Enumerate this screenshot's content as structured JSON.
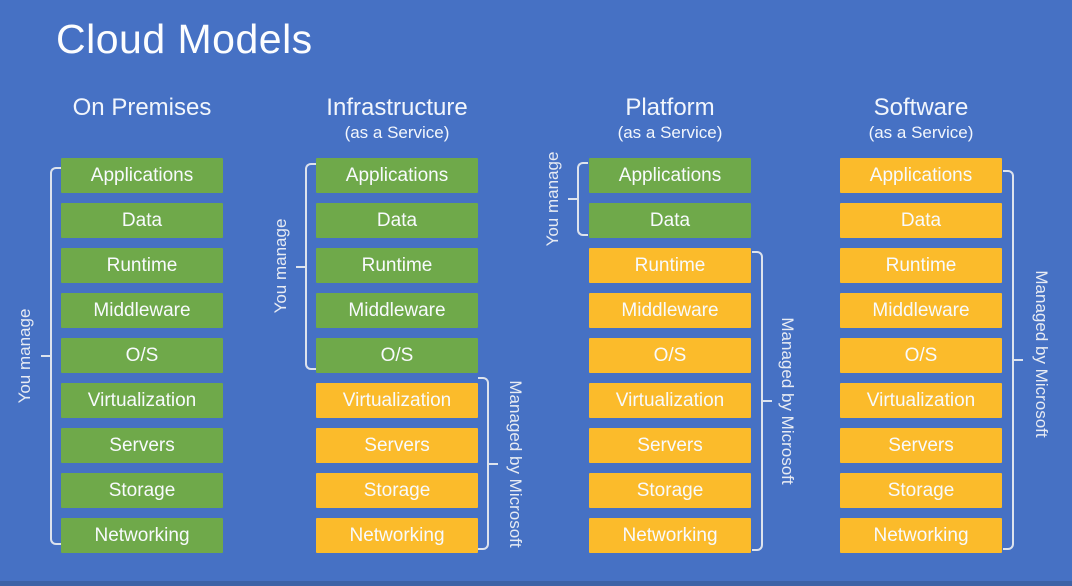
{
  "title": "Cloud Models",
  "labels": {
    "you_manage": "You manage",
    "managed_by_microsoft": "Managed by Microsoft"
  },
  "layers": [
    "Applications",
    "Data",
    "Runtime",
    "Middleware",
    "O/S",
    "Virtualization",
    "Servers",
    "Storage",
    "Networking"
  ],
  "columns": [
    {
      "title": "On Premises",
      "subtitle": "",
      "you_manage_layers": 9
    },
    {
      "title": "Infrastructure",
      "subtitle": "(as a Service)",
      "you_manage_layers": 5
    },
    {
      "title": "Platform",
      "subtitle": "(as a Service)",
      "you_manage_layers": 2
    },
    {
      "title": "Software",
      "subtitle": "(as a Service)",
      "you_manage_layers": 0
    }
  ],
  "colors": {
    "background": "#4671C4",
    "you_manage_box": "#6FA94A",
    "microsoft_box": "#FBBB2B",
    "bracket": "#DDE3ED",
    "box_text": "#F8FAFD",
    "heading_text": "#F2F6FC"
  }
}
